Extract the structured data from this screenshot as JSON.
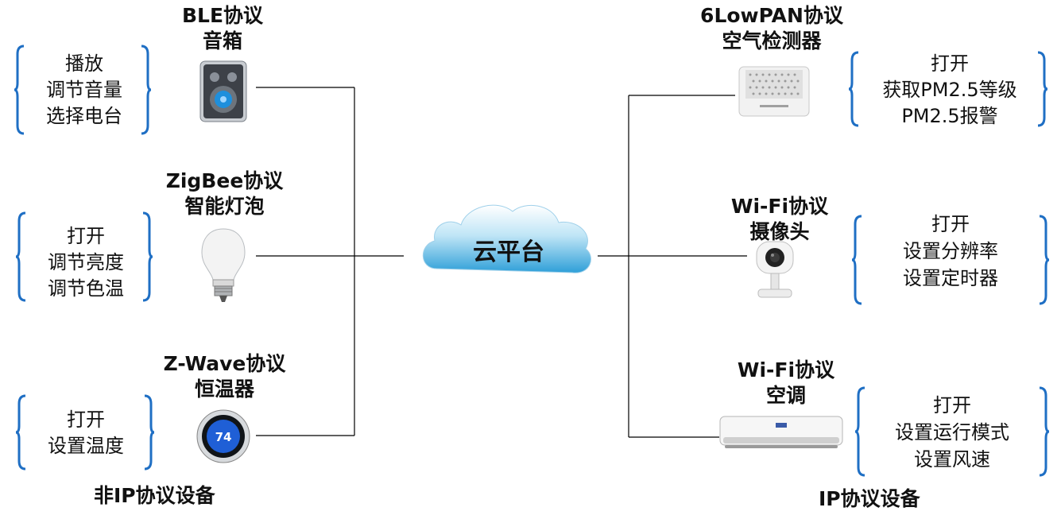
{
  "cloud": {
    "label": "云平台"
  },
  "left_devices": [
    {
      "protocol": "BLE协议",
      "device": "音箱",
      "icon": "speaker-icon",
      "functions": [
        "播放",
        "调节音量",
        "选择电台"
      ]
    },
    {
      "protocol": "ZigBee协议",
      "device": "智能灯泡",
      "icon": "lightbulb-icon",
      "functions": [
        "打开",
        "调节亮度",
        "调节色温"
      ]
    },
    {
      "protocol": "Z-Wave协议",
      "device": "恒温器",
      "icon": "thermostat-icon",
      "thermostat_reading": "74",
      "functions": [
        "打开",
        "设置温度"
      ]
    }
  ],
  "right_devices": [
    {
      "protocol": "6LowPAN协议",
      "device": "空气检测器",
      "icon": "air-detector-icon",
      "functions": [
        "打开",
        "获取PM2.5等级",
        "PM2.5报警"
      ]
    },
    {
      "protocol": "Wi-Fi协议",
      "device": "摄像头",
      "icon": "camera-icon",
      "functions": [
        "打开",
        "设置分辨率",
        "设置定时器"
      ]
    },
    {
      "protocol": "Wi-Fi协议",
      "device": "空调",
      "icon": "air-conditioner-icon",
      "functions": [
        "打开",
        "设置运行模式",
        "设置风速"
      ]
    }
  ],
  "group_labels": {
    "left": "非IP协议设备",
    "right": "IP协议设备"
  },
  "colors": {
    "brace": "#1f6fc4",
    "cloud_top": "#ffffff",
    "cloud_bottom": "#2e9fd8",
    "line": "#000000"
  }
}
